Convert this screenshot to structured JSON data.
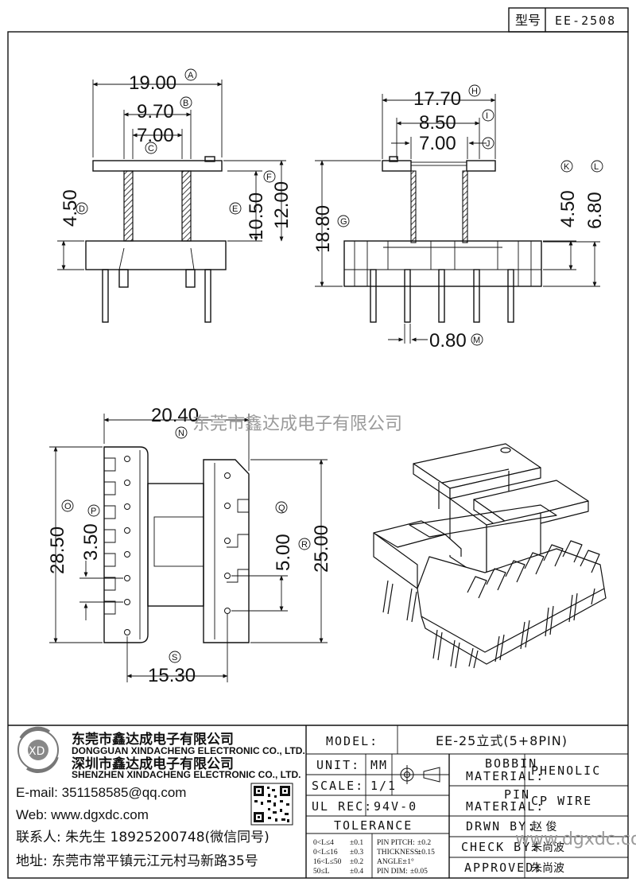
{
  "header": {
    "type_label": "型号",
    "type_value": "EE-2508"
  },
  "views": {
    "front": {
      "dims": [
        {
          "id": "A",
          "value": "19.00"
        },
        {
          "id": "B",
          "value": "9.70"
        },
        {
          "id": "C",
          "value": "7.00"
        },
        {
          "id": "D",
          "value": "4.50"
        },
        {
          "id": "E",
          "value": "10.50"
        },
        {
          "id": "F",
          "value": "12.00"
        }
      ]
    },
    "side": {
      "dims": [
        {
          "id": "G",
          "value": "18.80"
        },
        {
          "id": "H",
          "value": "17.70"
        },
        {
          "id": "I",
          "value": "8.50"
        },
        {
          "id": "J",
          "value": "7.00"
        },
        {
          "id": "K",
          "value": "4.50"
        },
        {
          "id": "L",
          "value": "6.80"
        },
        {
          "id": "M",
          "value": "0.80"
        }
      ]
    },
    "bottom": {
      "dims": [
        {
          "id": "N",
          "value": "20.40"
        },
        {
          "id": "O",
          "value": "28.50"
        },
        {
          "id": "P",
          "value": "3.50"
        },
        {
          "id": "Q",
          "value": "5.00"
        },
        {
          "id": "R",
          "value": "25.00"
        },
        {
          "id": "S",
          "value": "15.30"
        }
      ]
    }
  },
  "watermark": "东莞市鑫达成电子有限公司",
  "company": {
    "name_cn_1": "东莞市鑫达成电子有限公司",
    "name_en_1": "DONGGUAN XINDACHENG ELECTRONIC CO., LTD.",
    "name_cn_2": "深圳市鑫达成电子有限公司",
    "name_en_2": "SHENZHEN XINDACHENG ELECTRONIC CO., LTD.",
    "email": "E-mail: 351158585@qq.com",
    "web": "Web: www.dgxdc.com",
    "contact": "联系人: 朱先生 18925200748(微信同号)",
    "address": "地址: 东莞市常平镇元江元村马新路35号"
  },
  "title_block": {
    "model_label": "MODEL:",
    "model_value": "EE-25立式(5+8PIN)",
    "unit_label": "UNIT:",
    "unit_value": "MM",
    "scale_label": "SCALE:",
    "scale_value": "1/1",
    "ul_label": "UL REC:",
    "ul_value": "94V-0",
    "tolerance_label": "TOLERANCE",
    "tol_rows": [
      {
        "range": "0<L≤4",
        "tol": "±0.1",
        "key": "PIN PITCH:",
        "val": "±0.2"
      },
      {
        "range": "0<L≤16",
        "tol": "±0.3",
        "key": "THICKNESS:",
        "val": "±0.15"
      },
      {
        "range": "16<L≤50",
        "tol": "±0.2",
        "key": "ANGLE:",
        "val": "±1°"
      },
      {
        "range": "50≤L",
        "tol": "±0.4",
        "key": "PIN DIM:",
        "val": "±0.05"
      }
    ],
    "bobbin_label_1": "BOBBIN",
    "bobbin_label_2": "MATERIAL:",
    "bobbin_value": "PHENOLIC",
    "pin_label_1": "PIN",
    "pin_label_2": "MATERIAL:",
    "pin_value": "CP WIRE",
    "drwn_label": "DRWN BY:",
    "drwn_value": "赵 俊",
    "check_label": "CHECK BY:",
    "check_value": "朱尚波",
    "approved_label": "APPROVED:",
    "approved_value": "朱尚波",
    "footer_wm": "www.dgxdc.com"
  }
}
